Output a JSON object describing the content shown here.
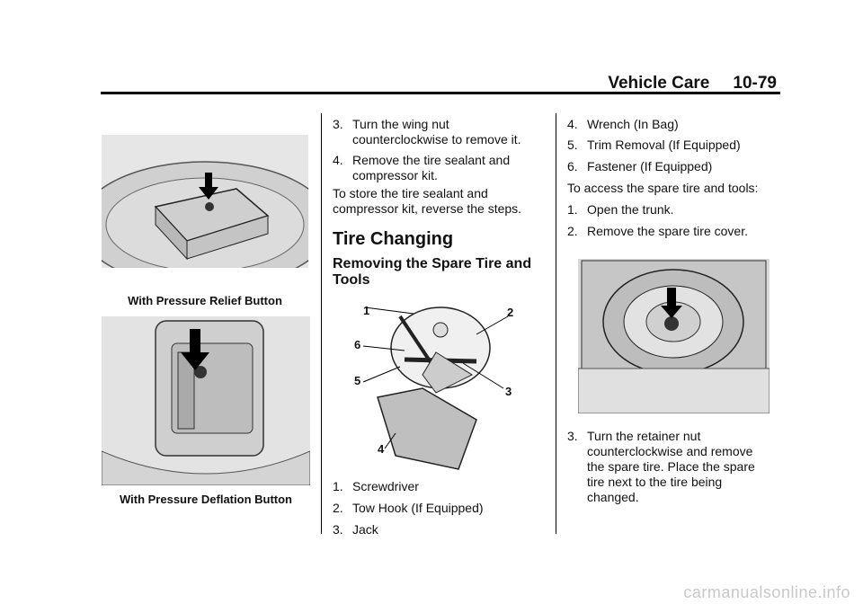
{
  "header": {
    "section": "Vehicle Care",
    "page": "10-79"
  },
  "left": {
    "caption1": "With Pressure Relief Button",
    "caption2": "With Pressure Deflation Button"
  },
  "middle": {
    "steps": [
      {
        "num": "3.",
        "line1": "Turn the wing nut",
        "line2": "counterclockwise to remove it."
      },
      {
        "num": "4.",
        "line1": "Remove the tire sealant and",
        "line2": "compressor kit."
      }
    ],
    "store_text1": "To store the tire sealant and",
    "store_text2": "compressor kit, reverse the steps.",
    "heading": "Tire Changing",
    "subheading1": "Removing the Spare Tire and",
    "subheading2": "Tools",
    "diagram_labels": [
      "1",
      "2",
      "6",
      "5",
      "3",
      "4"
    ],
    "list": [
      {
        "num": "1.",
        "text": "Screwdriver"
      },
      {
        "num": "2.",
        "text": "Tow Hook (If Equipped)"
      },
      {
        "num": "3.",
        "text": "Jack"
      }
    ]
  },
  "right": {
    "list": [
      {
        "num": "4.",
        "text": "Wrench (In Bag)"
      },
      {
        "num": "5.",
        "text": "Trim Removal (If Equipped)"
      },
      {
        "num": "6.",
        "text": "Fastener (If Equipped)"
      }
    ],
    "access_text": "To access the spare tire and tools:",
    "steps": [
      {
        "num": "1.",
        "text": "Open the trunk."
      },
      {
        "num": "2.",
        "text": "Remove the spare tire cover."
      }
    ],
    "step3_num": "3.",
    "step3_lines": [
      "Turn the retainer nut",
      "counterclockwise and remove",
      "the spare tire. Place the spare",
      "tire next to the tire being",
      "changed."
    ]
  },
  "footer": {
    "watermark": "carmanualsonline.info"
  }
}
